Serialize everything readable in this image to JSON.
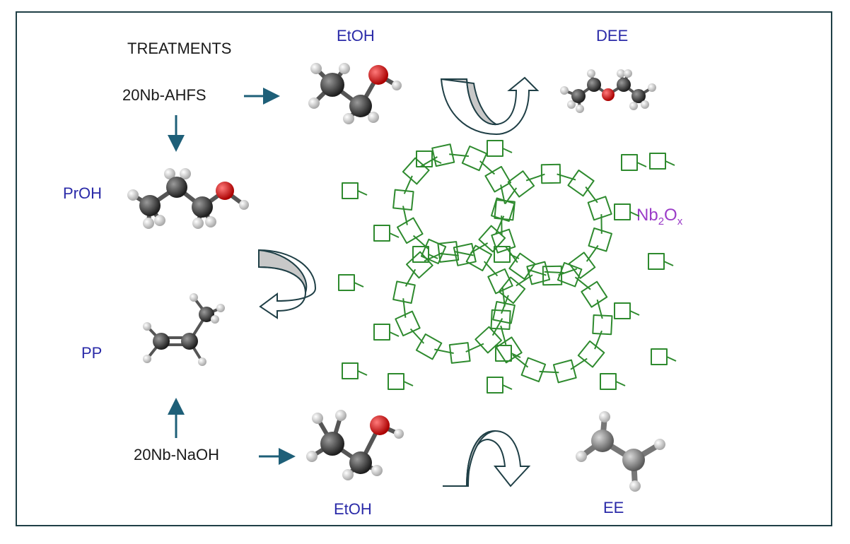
{
  "labels": {
    "treatments": "TREATMENTS",
    "ahfs": "20Nb-AHFS",
    "naoh": "20Nb-NaOH",
    "etoh_top": "EtOH",
    "etoh_bottom": "EtOH",
    "dee": "DEE",
    "proh": "PrOH",
    "pp": "PP",
    "ee": "EE",
    "catalyst_base": "Nb",
    "catalyst_sub1": "2",
    "catalyst_mid": "O",
    "catalyst_sub2": "x"
  },
  "colors": {
    "frame": "#1f3f46",
    "arrow": "#1e5f78",
    "label_blue": "#2a2aa8",
    "label_purple": "#9b3cc8",
    "framework_green": "#2e8a2e",
    "carbon": "#3a3a3a",
    "oxygen": "#cc1111",
    "hydrogen": "#e6e6e6"
  },
  "icons": {
    "molecules": [
      "ethanol-molecule",
      "ethanol-molecule",
      "diethyl-ether-molecule",
      "propanol-molecule",
      "propylene-molecule",
      "ethylene-molecule"
    ],
    "framework": "nb2ox-zeolite-framework"
  }
}
